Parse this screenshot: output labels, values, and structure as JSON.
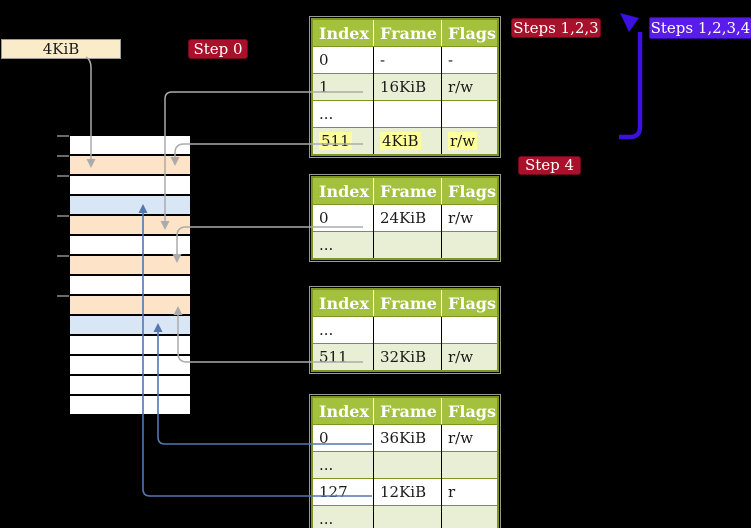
{
  "labels": {
    "frame_size_box": "4KiB",
    "step0": "Step 0",
    "steps123": "Steps 1,2,3",
    "steps1234": "Steps 1,2,3,4",
    "step4": "Step 4"
  },
  "tables": [
    {
      "name": "page-table-level-4",
      "headers": [
        "Index",
        "Frame",
        "Flags"
      ],
      "rows": [
        {
          "cells": [
            "0",
            "-",
            "-"
          ],
          "shade": false,
          "highlight": false
        },
        {
          "cells": [
            "1",
            "16KiB",
            "r/w"
          ],
          "shade": true,
          "highlight": false
        },
        {
          "cells": [
            "...",
            "",
            ""
          ],
          "shade": false,
          "highlight": false
        },
        {
          "cells": [
            "511",
            "4KiB",
            "r/w"
          ],
          "shade": true,
          "highlight": true
        }
      ]
    },
    {
      "name": "page-table-level-3",
      "headers": [
        "Index",
        "Frame",
        "Flags"
      ],
      "rows": [
        {
          "cells": [
            "0",
            "24KiB",
            "r/w"
          ],
          "shade": false,
          "highlight": false
        },
        {
          "cells": [
            "...",
            "",
            ""
          ],
          "shade": true,
          "highlight": false
        }
      ]
    },
    {
      "name": "page-table-level-2",
      "headers": [
        "Index",
        "Frame",
        "Flags"
      ],
      "rows": [
        {
          "cells": [
            "...",
            "",
            ""
          ],
          "shade": false,
          "highlight": false
        },
        {
          "cells": [
            "511",
            "32KiB",
            "r/w"
          ],
          "shade": true,
          "highlight": false
        }
      ]
    },
    {
      "name": "page-table-level-1",
      "headers": [
        "Index",
        "Frame",
        "Flags"
      ],
      "rows": [
        {
          "cells": [
            "0",
            "36KiB",
            "r/w"
          ],
          "shade": false,
          "highlight": false
        },
        {
          "cells": [
            "...",
            "",
            ""
          ],
          "shade": true,
          "highlight": false
        },
        {
          "cells": [
            "127",
            "12KiB",
            "r"
          ],
          "shade": false,
          "highlight": false
        },
        {
          "cells": [
            "...",
            "",
            ""
          ],
          "shade": true,
          "highlight": false
        }
      ]
    }
  ],
  "memory_strip": {
    "cells": [
      "white",
      "orange",
      "white",
      "blue",
      "orange",
      "white",
      "orange",
      "white",
      "orange",
      "blue",
      "white",
      "white",
      "white",
      "white"
    ]
  },
  "colors": {
    "header_green": "#a4c13d",
    "table_border_green": "#7d961f",
    "row_green": "#e9efd5",
    "cell_orange": "#fde4c8",
    "cell_blue": "#d9e6f5",
    "badge_red": "#a81129",
    "badge_blue": "#5a1ce8",
    "bracket_blue": "#3b10e0",
    "connector_gray": "#ababab",
    "connector_blue": "#5377ae",
    "highlight_yellow": "#ffff9e",
    "frame_box_cream": "#faecc9"
  }
}
